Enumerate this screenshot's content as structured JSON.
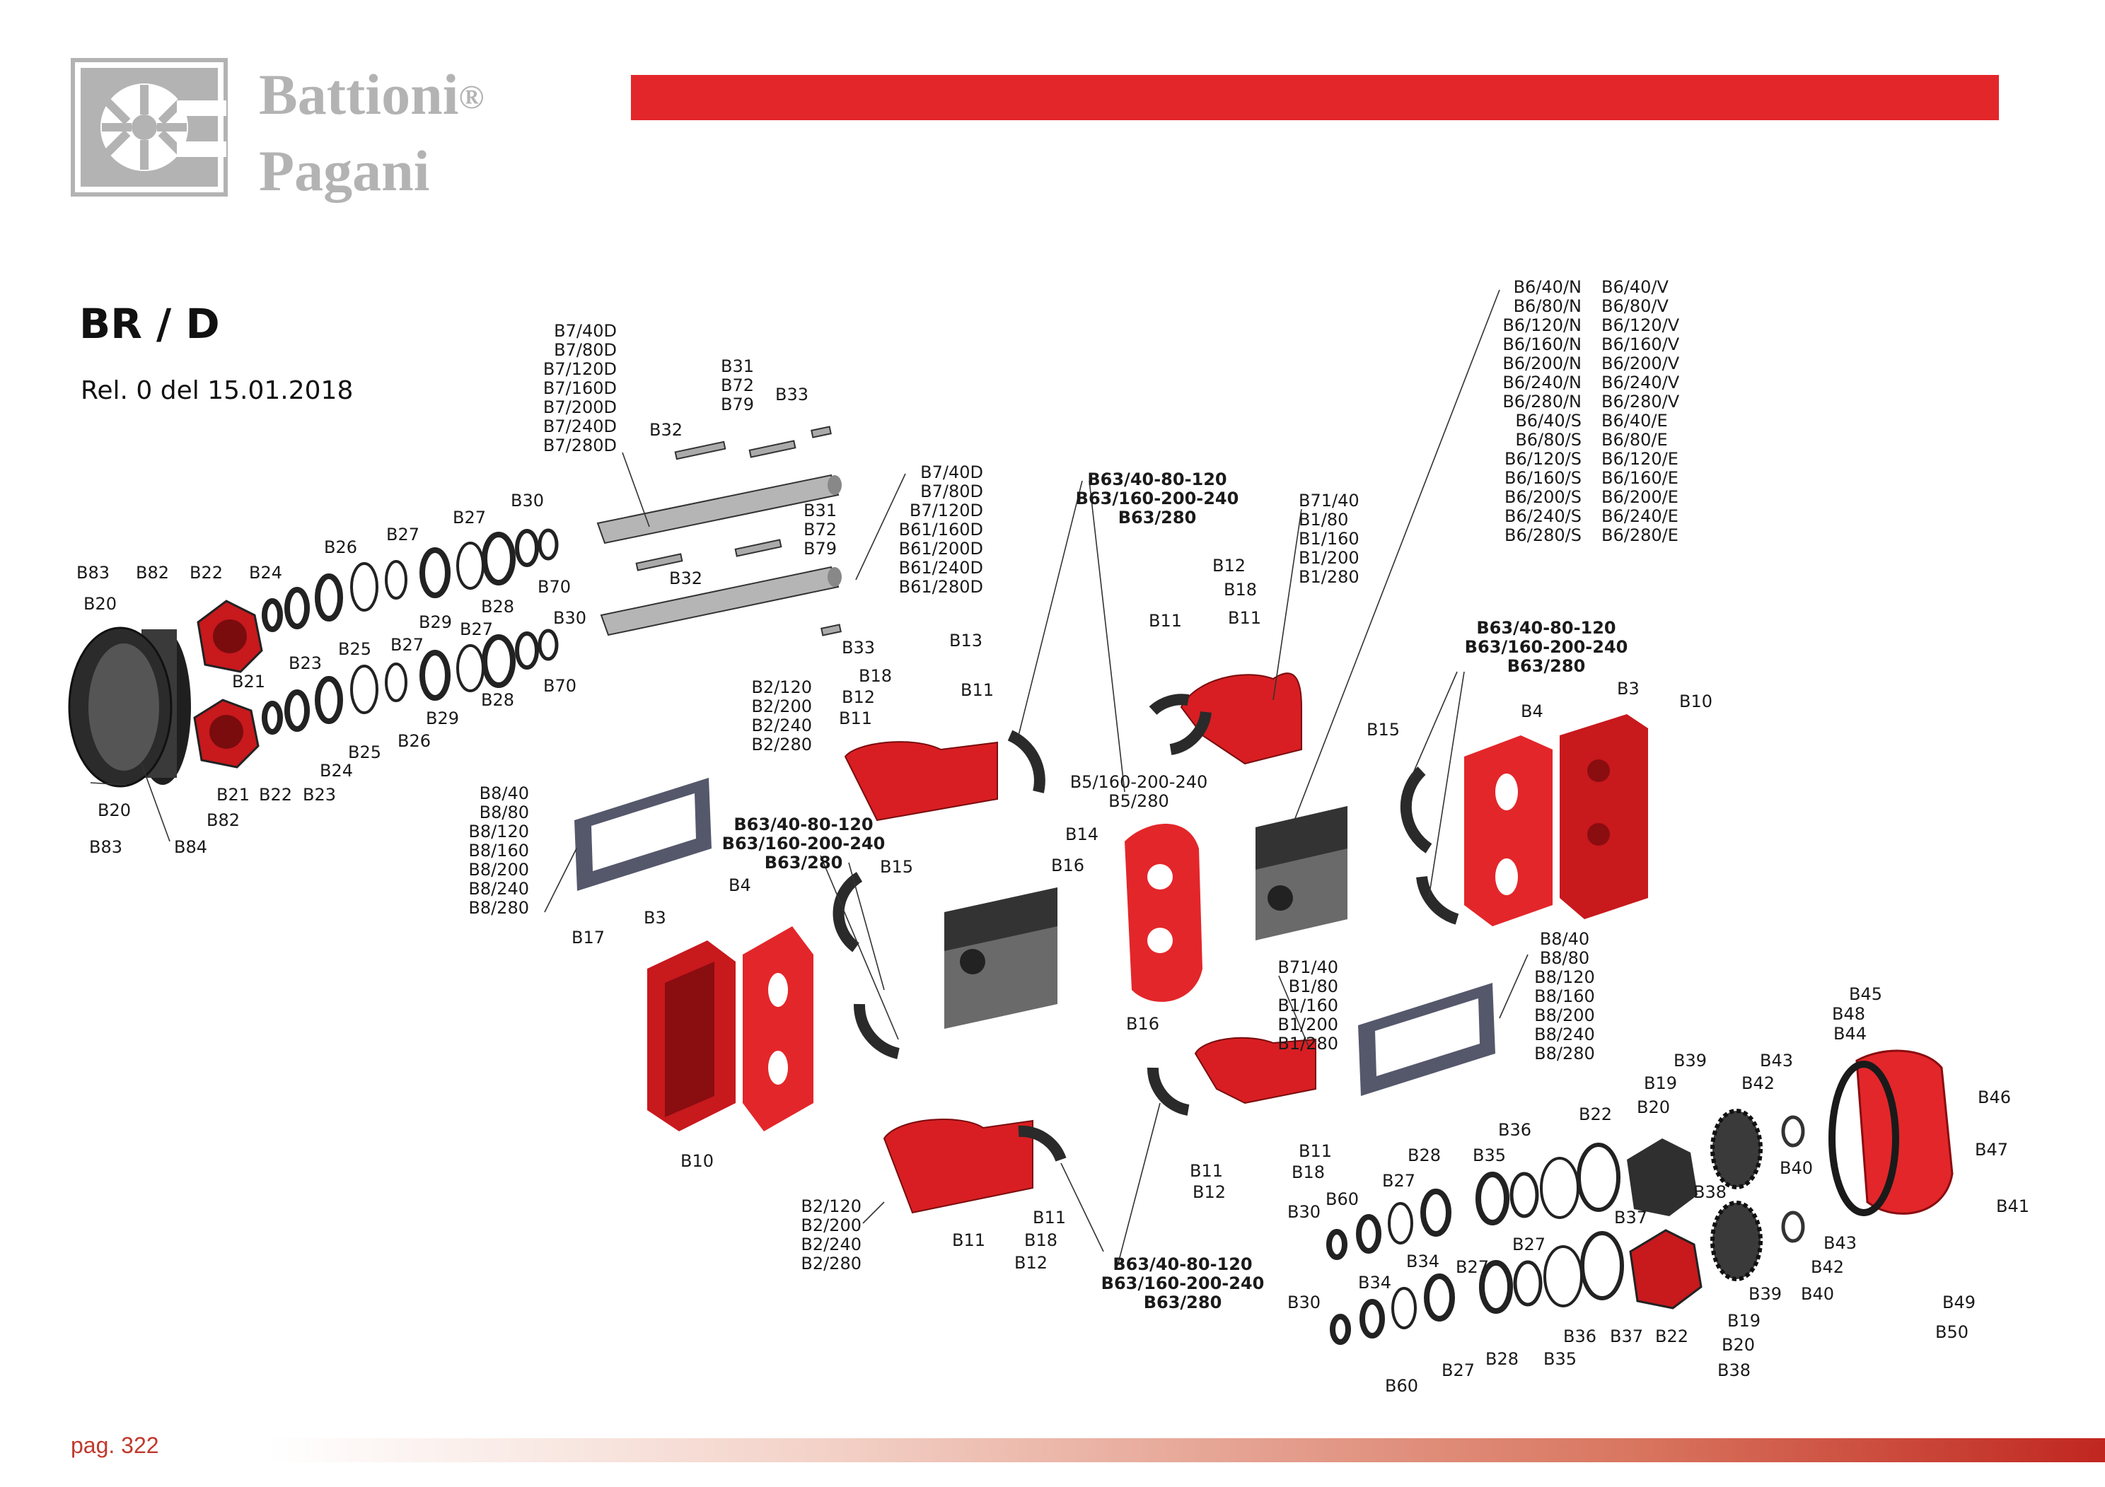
{
  "brand": {
    "line1": "Battioni",
    "reg": "®",
    "line2": "Pagani",
    "color_gray": "#b3b3b3",
    "color_red": "#e3262a"
  },
  "title": "BR / D",
  "revision": "Rel. 0 del 15.01.2018",
  "page": "pag. 322",
  "icons": {
    "logo": "battioni-pagani-logo-icon"
  },
  "labels": {
    "B83a": "B83",
    "B20a": "B20",
    "B82a": "B82",
    "B22a": "B22",
    "B24a": "B24",
    "B21a": "B21",
    "B23a": "B23",
    "B26a": "B26",
    "B25a": "B25",
    "B27a": "B27",
    "B27b": "B27",
    "B29a": "B29",
    "B28a": "B28",
    "B30a": "B30",
    "B70a": "B70",
    "B27c": "B27",
    "B29b": "B29",
    "B30b": "B30",
    "B28b": "B28",
    "B70b": "B70",
    "B26b": "B26",
    "B25b": "B25",
    "B24b": "B24",
    "B21b": "B21",
    "B22b": "B22",
    "B23b": "B23",
    "B20b": "B20",
    "B82b": "B82",
    "B83b": "B83",
    "B84": "B84",
    "B32a": "B32",
    "B32b": "B32",
    "B33a": "B33",
    "B33b": "B33",
    "B18a": "B18",
    "B12a": "B12",
    "B11a": "B11",
    "B11b": "B11",
    "B13": "B13",
    "B15a": "B15",
    "B4a": "B4",
    "B3a": "B3",
    "B17": "B17",
    "B10a": "B10",
    "B14": "B14",
    "B16a": "B16",
    "B16b": "B16",
    "B12b": "B12",
    "B18b": "B18",
    "B11c": "B11",
    "B11d": "B11",
    "B15b": "B15",
    "B4b": "B4",
    "B3b": "B3",
    "B10b": "B10",
    "B11e": "B11",
    "B18c": "B18",
    "B11f": "B11",
    "B12c": "B12",
    "B11g": "B11",
    "B11h": "B11",
    "B18d": "B18",
    "B12d": "B12",
    "B45": "B45",
    "B48": "B48",
    "B44": "B44",
    "B43a": "B43",
    "B42a": "B42",
    "B39a": "B39",
    "B19a": "B19",
    "B20c": "B20",
    "B22c": "B22",
    "B36a": "B36",
    "B28c": "B28",
    "B35a": "B35",
    "B27d": "B27",
    "B60a": "B60",
    "B30c": "B30",
    "B34a": "B34",
    "B27e": "B27",
    "B37a": "B37",
    "B38a": "B38",
    "B40a": "B40",
    "B46": "B46",
    "B47": "B47",
    "B41": "B41",
    "B43b": "B43",
    "B42b": "B42",
    "B39b": "B39",
    "B40b": "B40",
    "B34b": "B34",
    "B27f": "B27",
    "B30d": "B30",
    "B36b": "B36",
    "B37b": "B37",
    "B22d": "B22",
    "B19b": "B19",
    "B20d": "B20",
    "B38b": "B38",
    "B35b": "B35",
    "B28d": "B28",
    "B27g": "B27",
    "B60b": "B60",
    "B49": "B49",
    "B50": "B50"
  },
  "groups": {
    "B7_top": [
      "B7/40D",
      "B7/80D",
      "B7/120D",
      "B7/160D",
      "B7/200D",
      "B7/240D",
      "B7/280D"
    ],
    "B31_top": [
      "B31",
      "B72",
      "B79"
    ],
    "B31_mid": [
      "B31",
      "B72",
      "B79"
    ],
    "B7_mid": [
      "B7/40D",
      "B7/80D",
      "B7/120D",
      "B61/160D",
      "B61/200D",
      "B61/240D",
      "B61/280D"
    ],
    "B63_top": [
      "B63/40-80-120",
      "B63/160-200-240",
      "B63/280"
    ],
    "B71_top": [
      "B71/40",
      "B1/80",
      "B1/160",
      "B1/200",
      "B1/280"
    ],
    "B6_N": [
      "B6/40/N",
      "B6/80/N",
      "B6/120/N",
      "B6/160/N",
      "B6/200/N",
      "B6/240/N",
      "B6/280/N",
      "B6/40/S",
      "B6/80/S",
      "B6/120/S",
      "B6/160/S",
      "B6/200/S",
      "B6/240/S",
      "B6/280/S"
    ],
    "B6_V": [
      "B6/40/V",
      "B6/80/V",
      "B6/120/V",
      "B6/160/V",
      "B6/200/V",
      "B6/240/V",
      "B6/280/V",
      "B6/40/E",
      "B6/80/E",
      "B6/120/E",
      "B6/160/E",
      "B6/200/E",
      "B6/240/E",
      "B6/280/E"
    ],
    "B63_right": [
      "B63/40-80-120",
      "B63/160-200-240",
      "B63/280"
    ],
    "B2_upper": [
      "B2/120",
      "B2/200",
      "B2/240",
      "B2/280"
    ],
    "B63_mid": [
      "B63/40-80-120",
      "B63/160-200-240",
      "B63/280"
    ],
    "B8_left": [
      "B8/40",
      "B8/80",
      "B8/120",
      "B8/160",
      "B8/200",
      "B8/240",
      "B8/280"
    ],
    "B5": [
      "B5/160-200-240",
      "B5/280"
    ],
    "B71_mid": [
      "B71/40",
      "B1/80",
      "B1/160",
      "B1/200",
      "B1/280"
    ],
    "B8_right": [
      "B8/40",
      "B8/80",
      "B8/120",
      "B8/160",
      "B8/200",
      "B8/240",
      "B8/280"
    ],
    "B2_lower": [
      "B2/120",
      "B2/200",
      "B2/240",
      "B2/280"
    ],
    "B63_bottom": [
      "B63/40-80-120",
      "B63/160-200-240",
      "B63/280"
    ]
  }
}
